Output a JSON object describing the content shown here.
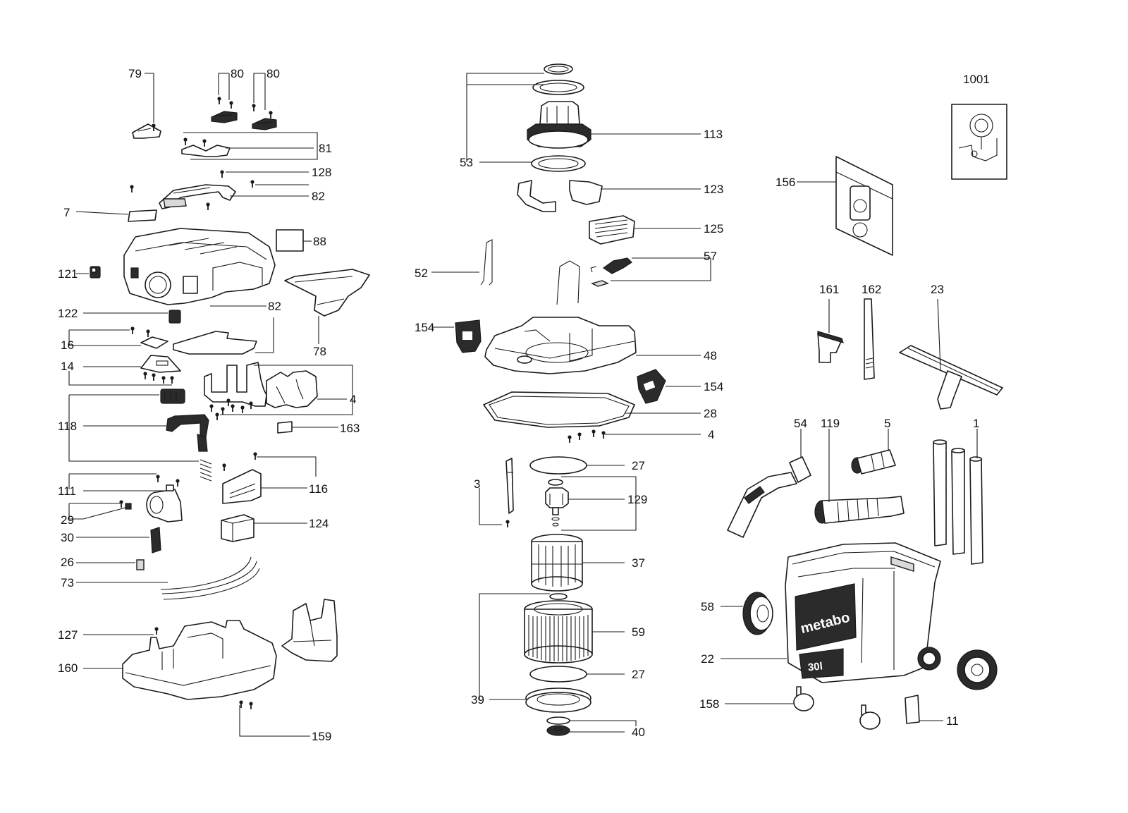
{
  "callouts": {
    "c79": "79",
    "c80a": "80",
    "c80b": "80",
    "c81": "81",
    "c128": "128",
    "c82a": "82",
    "c7": "7",
    "c88": "88",
    "c121": "121",
    "c82b": "82",
    "c122": "122",
    "c78": "78",
    "c16": "16",
    "c14": "14",
    "c4a": "4",
    "c118": "118",
    "c163": "163",
    "c111": "111",
    "c116": "116",
    "c29": "29",
    "c124": "124",
    "c30": "30",
    "c26": "26",
    "c73": "73",
    "c127": "127",
    "c160": "160",
    "c159": "159",
    "c53": "53",
    "c113": "113",
    "c123": "123",
    "c125": "125",
    "c57": "57",
    "c52": "52",
    "c154a": "154",
    "c48": "48",
    "c154b": "154",
    "c28": "28",
    "c4b": "4",
    "c3": "3",
    "c27a": "27",
    "c129": "129",
    "c37": "37",
    "c59": "59",
    "c27b": "27",
    "c39": "39",
    "c40": "40",
    "c1001": "1001",
    "c156": "156",
    "c161": "161",
    "c162": "162",
    "c23": "23",
    "c54": "54",
    "c119": "119",
    "c5": "5",
    "c1": "1",
    "c58": "58",
    "c22": "22",
    "c158": "158",
    "c11": "11"
  },
  "markings": {
    "brand": "metabo",
    "capacity": "30l"
  },
  "icons": {
    "screw": "screw-icon",
    "wheel": "wheel-icon"
  },
  "colors": {
    "line": "#1a1a1a",
    "background": "#ffffff"
  }
}
